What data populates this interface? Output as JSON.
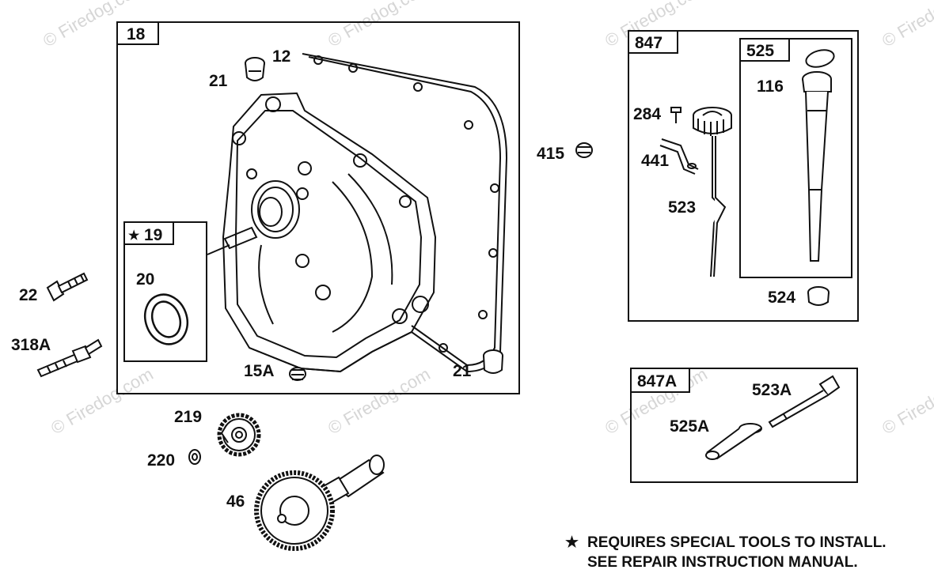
{
  "groups": {
    "crankcase_cover": "18",
    "seal_kit": "19",
    "seal_kit_marker": "★",
    "dipstick_assembly": "847",
    "tube_assembly": "525",
    "dipstick_kit": "847A"
  },
  "parts": {
    "p12": "12",
    "p21_top": "21",
    "p20": "20",
    "p22": "22",
    "p318A": "318A",
    "p15A": "15A",
    "p21_bottom": "21",
    "p415": "415",
    "p284": "284",
    "p441": "441",
    "p523": "523",
    "p116": "116",
    "p524": "524",
    "p523A": "523A",
    "p525A": "525A",
    "p219": "219",
    "p220": "220",
    "p46": "46"
  },
  "note": {
    "marker": "★",
    "line1": "REQUIRES SPECIAL TOOLS TO INSTALL.",
    "line2": "SEE REPAIR INSTRUCTION MANUAL."
  },
  "watermark": "© Firedog.com"
}
